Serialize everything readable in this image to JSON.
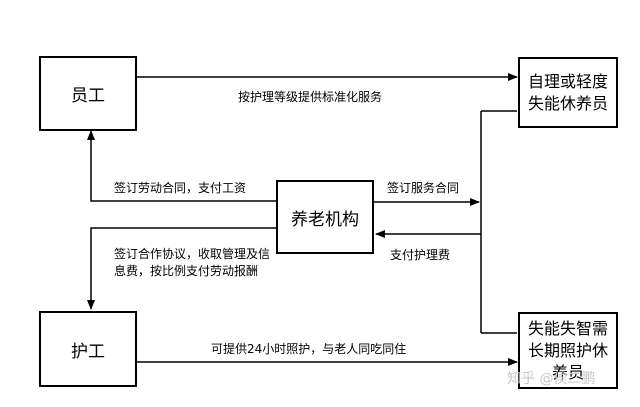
{
  "nodes": {
    "employee": "员工",
    "institution": "养老机构",
    "caregiver": "护工",
    "self_care": "自理或轻度失能休养员",
    "dependent": "失能失智需长期照护休养员"
  },
  "edges": {
    "employee_to_selfcare": "按护理等级提供标准化服务",
    "institution_to_employee": "签订劳动合同，支付工资",
    "institution_to_residents": "签订服务合同",
    "residents_to_institution": "支付护理费",
    "institution_to_caregiver": "签订合作协议，收取管理及信息费，按比例支付劳动报酬",
    "caregiver_to_dependent": "可提供24小时照护，与老人同吃同住"
  },
  "watermark": "知乎 @侯二鹏"
}
